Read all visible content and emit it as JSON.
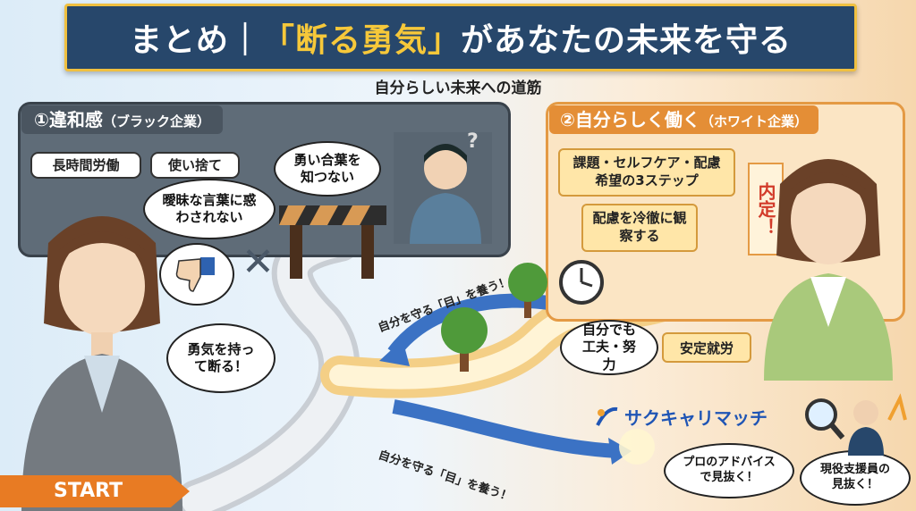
{
  "header": {
    "title_prefix": "まとめ｜",
    "title_highlight": "「断る勇気」",
    "title_suffix": "があなたの未来を守る",
    "subtitle": "自分らしい未来への道筋"
  },
  "left_panel": {
    "title": "①違和感",
    "title_sub": "（ブラック企業）",
    "tags": [
      "長時間労働",
      "使い捨て"
    ],
    "speech_vague": "曖昧な言葉に惑わされない",
    "speech_worker": "勇い合葉を知つない",
    "speech_courage": "勇気を持って断る！"
  },
  "right_panel": {
    "title": "②自分らしく働く",
    "title_sub": "（ホワイト企業）",
    "card_steps": "課題・セルフケア・配慮希望の3ステップ",
    "card_observe": "配慮を冷徹に観察する",
    "naitei": "内定！",
    "bubble_effort": "自分でも工夫・努力",
    "card_stable": "安定就労"
  },
  "path": {
    "arrow_label_upper": "自分を守る「目」を養う！",
    "arrow_label_lower": "自分を守る「目」を養う！",
    "start_label": "START"
  },
  "brand": {
    "name": "サクキャリマッチ",
    "bubble_pro": "プロのアドバイスで見抜く！",
    "bubble_staff": "現役支援員の見抜く！"
  },
  "colors": {
    "banner_bg": "#27476b",
    "highlight": "#f6c83a",
    "left_panel": "#5f6c78",
    "right_panel": "#fbe5c4",
    "accent_orange": "#e87b23",
    "brand_blue": "#1f55b5"
  },
  "icons": [
    "thumbs-down-icon",
    "x-mark-icon",
    "barrier-icon",
    "clock-icon",
    "tree-icon",
    "magnifier-icon",
    "question-mark-icon",
    "brand-logo-icon"
  ]
}
